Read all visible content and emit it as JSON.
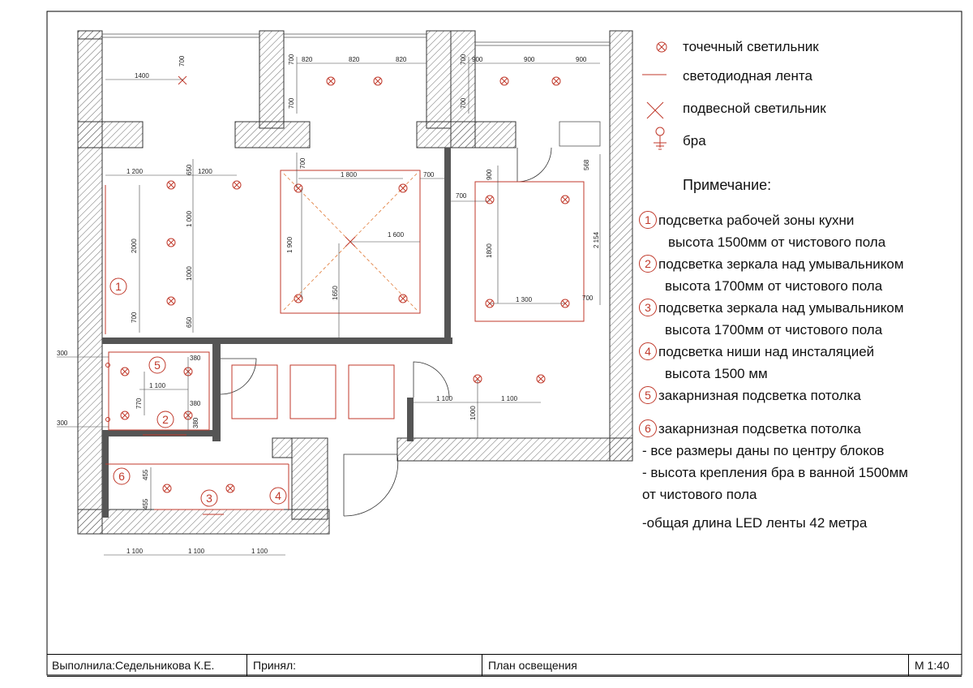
{
  "legend": [
    {
      "icon": "spot-light-icon",
      "label": "точечный светильник"
    },
    {
      "icon": "led-strip-icon",
      "label": "светодиодная лента"
    },
    {
      "icon": "pendant-light-icon",
      "label": "подвесной светильник"
    },
    {
      "icon": "sconce-icon",
      "label": "бра"
    }
  ],
  "notes_title": "Примечание:",
  "notes": [
    {
      "num": "1",
      "line1": "подсветка рабочей зоны кухни",
      "line2": " высота 1500мм от чистового пола"
    },
    {
      "num": "2",
      "line1": "подсветка зеркала над умывальником",
      "line2": "высота 1700мм от чистового пола"
    },
    {
      "num": "3",
      "line1": "подсветка зеркала над умывальником",
      "line2": "высота 1700мм от чистового пола"
    },
    {
      "num": "4",
      "line1": "подсветка ниши над инсталяцией",
      "line2": "высота 1500 мм"
    },
    {
      "num": "5",
      "line1": "закарнизная подсветка потолка"
    },
    {
      "num": "6",
      "line1": "закарнизная подсветка потолка"
    }
  ],
  "extra_notes": [
    "- все размеры даны по центру блоков",
    "- высота крепления бра в ванной 1500мм",
    "от чистового пола",
    "-общая длина LED ленты 42 метра"
  ],
  "title_block": {
    "author": "Выполнила:Седельникова К.Е.",
    "accepted": "Принял:",
    "sheet_title": "План освещения",
    "scale": "М 1:40"
  },
  "plan_markers": {
    "m1": "1",
    "m2": "2",
    "m3": "3",
    "m4": "4",
    "m5": "5",
    "m6": "6"
  },
  "dimensions": {
    "d1400": "1400",
    "d700": "700",
    "d820": "820",
    "d900": "900",
    "d1200": "1 200",
    "d1200b": "1200",
    "d650": "650",
    "d1000": "1 000",
    "d1000b": "1000",
    "d2000": "2000",
    "d1800": "1 800",
    "d1900": "1 900",
    "d1600": "1 600",
    "d1650": "1650",
    "d568": "568",
    "d2154": "2 154",
    "d1300": "1 300",
    "d1800v": "1800",
    "d300": "300",
    "d380": "380",
    "d1100": "1 100",
    "d770": "770",
    "d455": "455"
  },
  "colors": {
    "red": "#c0392b",
    "wall_fill": "#ffffff",
    "wall_line": "#333333",
    "partition": "#555555"
  }
}
